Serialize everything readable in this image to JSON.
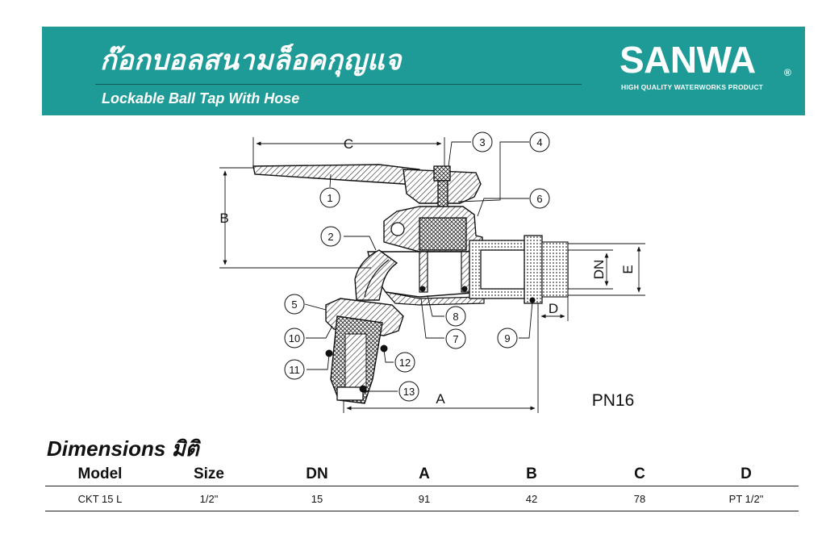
{
  "header": {
    "title_th": "ก๊อกบอลสนามล็อคกุญแจ",
    "title_en": "Lockable Ball Tap With Hose",
    "brand": "SANWA",
    "brand_reg": "®",
    "brand_tagline": "HIGH QUALITY WATERWORKS PRODUCT"
  },
  "drawing": {
    "dimension_labels": {
      "C": "C",
      "B": "B",
      "A": "A",
      "D": "D",
      "DN": "DN",
      "E": "E"
    },
    "part_numbers": [
      "1",
      "2",
      "3",
      "4",
      "5",
      "6",
      "7",
      "8",
      "9",
      "10",
      "11",
      "12",
      "13"
    ],
    "pressure_rating": "PN16"
  },
  "dimensions": {
    "title_en": "Dimensions",
    "title_th": "มิติ",
    "columns": [
      "Model",
      "Size",
      "DN",
      "A",
      "B",
      "C",
      "D"
    ],
    "rows": [
      [
        "CKT  15  L",
        "1/2\"",
        "15",
        "91",
        "42",
        "78",
        "PT  1/2\""
      ]
    ]
  }
}
